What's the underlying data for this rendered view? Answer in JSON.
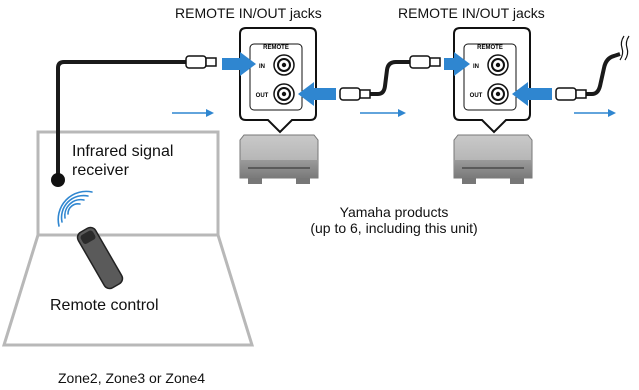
{
  "labels": {
    "jacks_left": "REMOTE IN/OUT jacks",
    "jacks_right": "REMOTE IN/OUT jacks",
    "ir_receiver_line1": "Infrared signal",
    "ir_receiver_line2": "receiver",
    "remote_control": "Remote control",
    "products_line1": "Yamaha products",
    "products_line2": "(up to 6, including this unit)",
    "zones": "Zone2, Zone3 or Zone4"
  },
  "panel_text": {
    "remote_left": "REMOTE",
    "in_left": "IN",
    "out_left": "OUT",
    "remote_right": "REMOTE",
    "in_right": "IN",
    "out_right": "OUT"
  },
  "colors": {
    "arrow_blue": "#2f86d0",
    "cable_black": "#1a1a1a",
    "device_gray": "#8a8a8a",
    "room_outline": "#b8b8b8"
  }
}
